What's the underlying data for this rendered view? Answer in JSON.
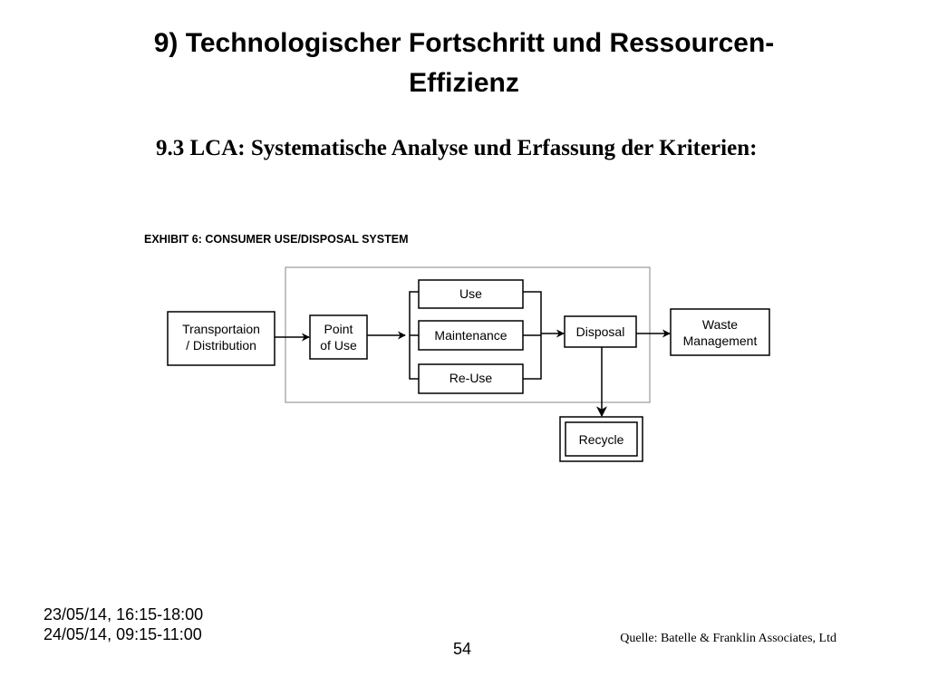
{
  "slide": {
    "title_line1": "9) Technologischer Fortschritt und Ressourcen-",
    "title_line2": "Effizienz",
    "subtitle": "9.3 LCA: Systematische Analyse und Erfassung der Kriterien:",
    "dates": [
      "23/05/14, 16:15-18:00",
      "24/05/14, 09:15-11:00"
    ],
    "source": "Quelle: Batelle & Franklin Associates, Ltd",
    "page_number": "54"
  },
  "diagram": {
    "exhibit_title": "EXHIBIT 6:  CONSUMER USE/DISPOSAL SYSTEM",
    "nodes": {
      "transportation": [
        "Transportaion",
        "/ Distribution"
      ],
      "point_of_use": [
        "Point",
        "of Use"
      ],
      "use": "Use",
      "maintenance": "Maintenance",
      "reuse": "Re-Use",
      "disposal": "Disposal",
      "waste_management": [
        "Waste",
        "Management"
      ],
      "recycle": "Recycle"
    }
  }
}
